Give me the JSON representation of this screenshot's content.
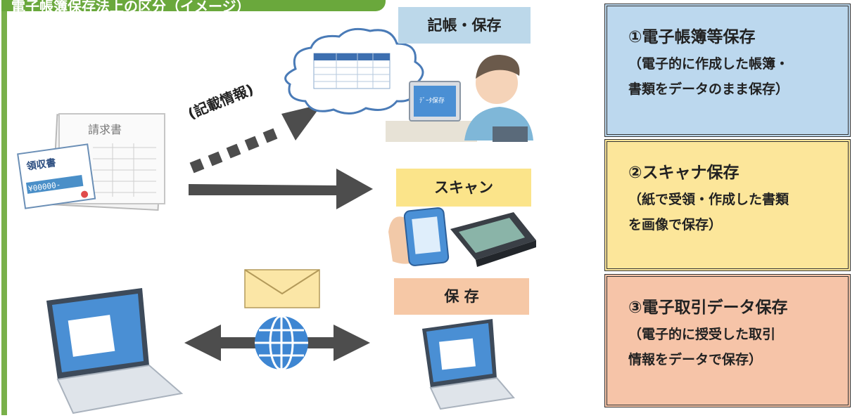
{
  "header": {
    "title": "電子帳簿保存法上の区分（イメージ）"
  },
  "flow": {
    "record_label": "記帳・保存",
    "scan_label": "スキャン",
    "save_label": "保 存",
    "note_label": "(記載情報)"
  },
  "documents": {
    "invoice_title": "請求書",
    "receipt_title": "領収書",
    "receipt_amount": "¥00000-"
  },
  "screen": {
    "caption": "ﾃﾞｰﾀ保存"
  },
  "categories": [
    {
      "title": "①電子帳簿等保存",
      "body": "（電子的に作成した帳簿・\n書類をデータのまま保存）",
      "color": "#bcd8ee"
    },
    {
      "title": "②スキャナ保存",
      "body": "（紙で受領・作成した書類\nを画像で保存）",
      "color": "#fce69a"
    },
    {
      "title": "③電子取引データ保存",
      "body": "（電子的に授受した取引\n情報をデータで保存）",
      "color": "#f6c4a8"
    }
  ],
  "colors": {
    "frame_green": "#79b04a",
    "arrow_gray": "#4d4d4d",
    "envelope": "#fbe6a6",
    "globe": "#3e86d2"
  }
}
